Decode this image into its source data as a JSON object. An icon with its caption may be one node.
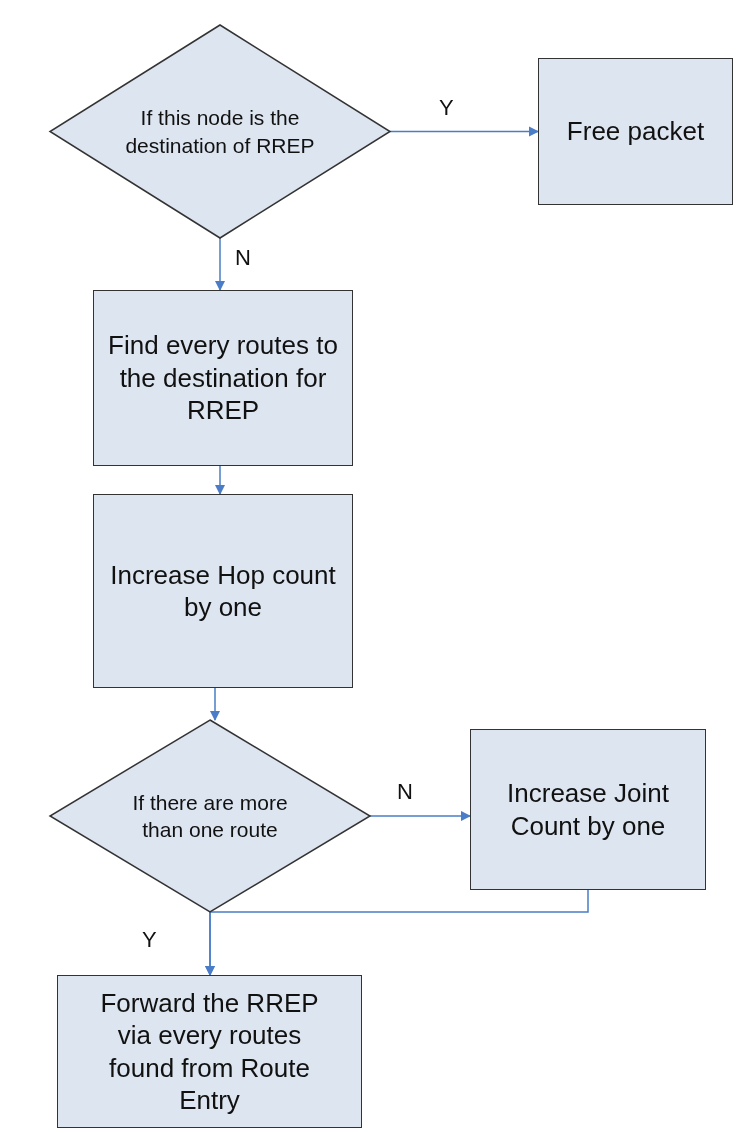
{
  "diagram": {
    "nodes": [
      {
        "text": [
          "If this node is the destination of RREP"
        ]
      },
      {
        "text": [
          "Free packet"
        ]
      },
      {
        "text": [
          "Find every routes to the destination for RREP"
        ]
      },
      {
        "text": [
          "Increase Hop count by one"
        ]
      },
      {
        "text": [
          "If there are more than one route"
        ]
      },
      {
        "text": [
          "Increase Joint Count by one"
        ]
      },
      {
        "text": [
          "Forward the RREP via every routes found from Route Entry"
        ]
      }
    ],
    "edges": [
      {
        "from": 0,
        "to": 1,
        "arrow": "to",
        "label": "Y"
      },
      {
        "from": 0,
        "to": 2,
        "arrow": "to",
        "label": "N"
      },
      {
        "from": 2,
        "to": 3,
        "arrow": "to"
      },
      {
        "from": 3,
        "to": 4,
        "arrow": "to"
      },
      {
        "from": 4,
        "to": 5,
        "arrow": "to",
        "label": "N"
      },
      {
        "from": 4,
        "to": 6,
        "arrow": "to",
        "label": "Y"
      },
      {
        "from": 5,
        "to": 6,
        "arrow": "to"
      }
    ]
  }
}
